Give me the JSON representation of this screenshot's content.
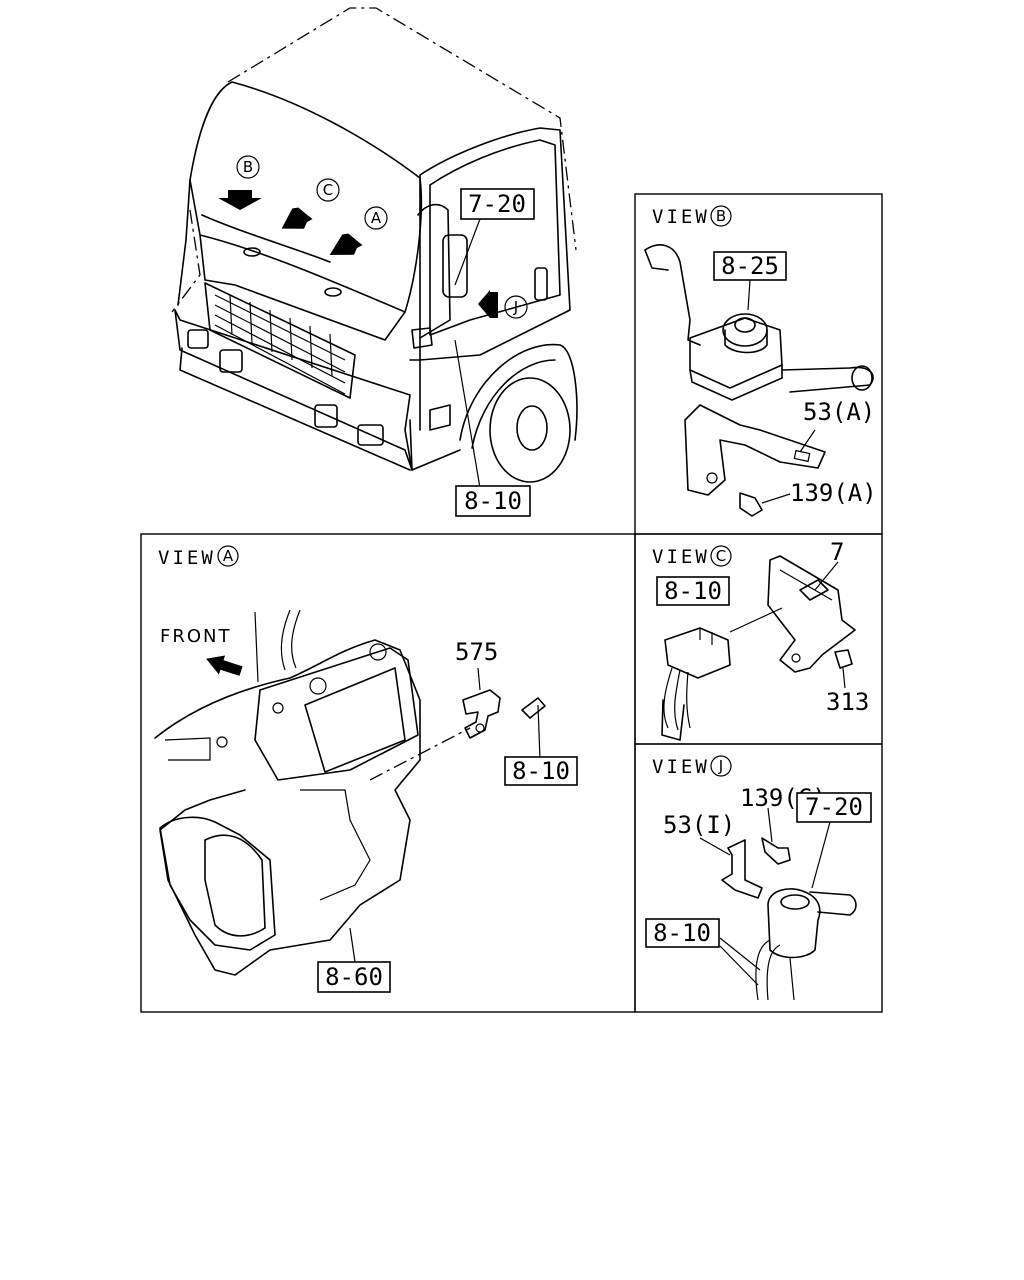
{
  "views": {
    "a": {
      "title": "VIEW",
      "letter": "A"
    },
    "b": {
      "title": "VIEW",
      "letter": "B"
    },
    "c": {
      "title": "VIEW",
      "letter": "C"
    },
    "j": {
      "title": "VIEW",
      "letter": "J"
    }
  },
  "main": {
    "markers": [
      "B",
      "C",
      "A",
      "J"
    ],
    "labels": {
      "mirror": "7-20",
      "harness": "8-10"
    }
  },
  "view_a": {
    "front": "FRONT",
    "labels": {
      "clip": "575",
      "harness": "8-10",
      "unit": "8-60"
    }
  },
  "view_b": {
    "labels": {
      "switch": "8-25",
      "bracket": "53(A)",
      "bolt": "139(A)"
    }
  },
  "view_c": {
    "labels": {
      "part": "7",
      "harness": "8-10",
      "bolt": "313"
    }
  },
  "view_j": {
    "labels": {
      "bolt": "139(C)",
      "bracket": "53(I)",
      "mirror": "7-20",
      "harness": "8-10"
    }
  }
}
